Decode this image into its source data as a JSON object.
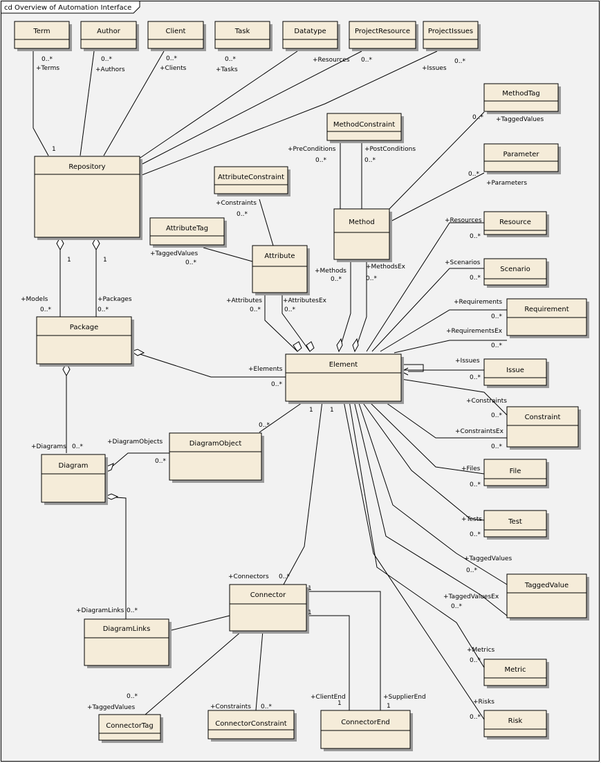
{
  "frame": {
    "title": "cd Overview of Automation Interface"
  },
  "classes": {
    "term": "Term",
    "author": "Author",
    "client": "Client",
    "task": "Task",
    "datatype": "Datatype",
    "project_resource": "ProjectResource",
    "project_issues": "ProjectIssues",
    "method_tag": "MethodTag",
    "method_constraint": "MethodConstraint",
    "repository": "Repository",
    "attribute_constraint": "AttributeConstraint",
    "parameter": "Parameter",
    "attribute_tag": "AttributeTag",
    "method": "Method",
    "resource": "Resource",
    "attribute": "Attribute",
    "scenario": "Scenario",
    "requirement": "Requirement",
    "package": "Package",
    "element": "Element",
    "issue": "Issue",
    "constraint": "Constraint",
    "diagram_object": "DiagramObject",
    "diagram": "Diagram",
    "file": "File",
    "test": "Test",
    "tagged_value": "TaggedValue",
    "connector": "Connector",
    "diagram_links": "DiagramLinks",
    "metric": "Metric",
    "connector_tag": "ConnectorTag",
    "connector_constraint": "ConnectorConstraint",
    "connector_end": "ConnectorEnd",
    "risk": "Risk"
  },
  "labels": {
    "term_mult": "0..*",
    "terms": "+Terms",
    "author_mult": "0..*",
    "authors": "+Authors",
    "client_mult": "0..*",
    "clients": "+Clients",
    "task_mult": "0..*",
    "tasks": "+Tasks",
    "resources_top": "+Resources",
    "resources_top_mult": "0..*",
    "issues_top": "+Issues",
    "issues_top_mult": "0..*",
    "repo_one": "1",
    "methodtag_mult": "0..*",
    "methodtag_role": "+TaggedValues",
    "preconditions": "+PreConditions",
    "pre_mult": "0..*",
    "postconditions": "+PostConditions",
    "post_mult": "0..*",
    "attr_constraints": "+Constraints",
    "attr_constraints_mult": "0..*",
    "param_mult": "0..*",
    "parameters": "+Parameters",
    "attr_tagged": "+TaggedValues",
    "attr_tagged_mult": "0..*",
    "repo_models_one": "1",
    "repo_packages_one": "1",
    "models": "+Models",
    "models_mult": "0..*",
    "packages": "+Packages",
    "packages_mult": "0..*",
    "methods": "+Methods",
    "methods_mult": "0..*",
    "methodsex": "+MethodsEx",
    "methodsex_mult": "0..*",
    "attributes": "+Attributes",
    "attributes_mult": "0..*",
    "attributesex": "+AttributesEx",
    "attributesex_mult": "0..*",
    "el_resources": "+Resources",
    "el_resources_mult": "0..*",
    "el_scenarios": "+Scenarios",
    "el_scenarios_mult": "0..*",
    "el_requirements": "+Requirements",
    "el_requirements_mult": "0..*",
    "el_requirementsex": "+RequirementsEx",
    "el_requirementsex_mult": "0..*",
    "el_issues": "+Issues",
    "el_issues_mult": "0..*",
    "elements": "+Elements",
    "elements_mult": "0..*",
    "el_constraints": "+Constraints",
    "el_constraints_mult": "0..*",
    "el_constraintsex": "+ConstraintsEx",
    "el_constraintsex_mult": "0..*",
    "el_one_a": "1",
    "el_one_b": "1",
    "diagobj_mult": "0..*",
    "diagram_objects": "+DiagramObjects",
    "diagram_objects_mult": "0..*",
    "diagrams": "+Diagrams",
    "diagrams_mult": "0..*",
    "el_files": "+Files",
    "el_files_mult": "0..*",
    "el_tests": "+Tests",
    "el_tests_mult": "0..*",
    "el_tagged": "+TaggedValues",
    "el_tagged_mult": "0..*",
    "el_taggedex": "+TaggedValuesEx",
    "el_taggedex_mult": "0..*",
    "connectors": "+Connectors",
    "connectors_mult": "0..*",
    "conn_one_a": "1",
    "conn_one_b": "1",
    "diagram_links": "+DiagramLinks",
    "diagram_links_mult": "0..*",
    "el_metrics": "+Metrics",
    "el_metrics_mult": "0..*",
    "conn_tag_mult": "0..*",
    "conn_tagged": "+TaggedValues",
    "conn_constraints": "+Constraints",
    "conn_constraints_mult": "0..*",
    "client_end": "+ClientEnd",
    "client_end_one": "1",
    "supplier_end": "+SupplierEnd",
    "supplier_end_one": "1",
    "el_risks": "+Risks",
    "el_risks_mult": "0..*"
  }
}
